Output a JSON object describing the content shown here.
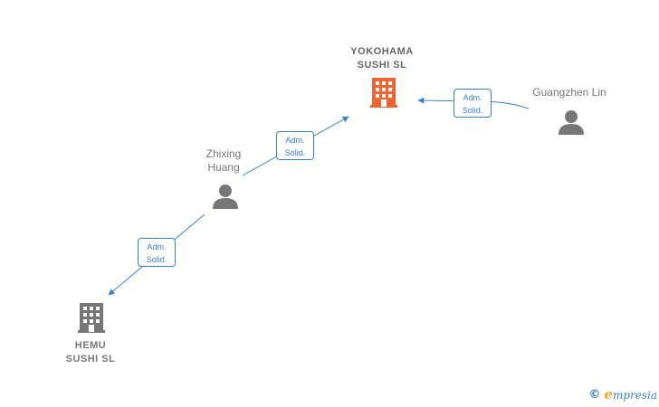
{
  "nodes": {
    "yokohama": {
      "label": "YOKOHAMA\nSUSHI  SL",
      "type": "company",
      "color": "#f26430"
    },
    "hemu": {
      "label": "HEMU\nSUSHI  SL",
      "type": "company",
      "color": "#777777"
    },
    "zhixing": {
      "label": "Zhixing\nHuang",
      "type": "person",
      "color": "#777777"
    },
    "guangzhen": {
      "label": "Guangzhen Lin",
      "type": "person",
      "color": "#777777"
    }
  },
  "edges": [
    {
      "from": "guangzhen",
      "to": "yokohama",
      "line1": "Adm.",
      "line2": "Solid."
    },
    {
      "from": "zhixing",
      "to": "yokohama",
      "line1": "Adm.",
      "line2": "Solid."
    },
    {
      "from": "zhixing",
      "to": "hemu",
      "line1": "Adm.",
      "line2": "Solid."
    }
  ],
  "colors": {
    "edge": "#3d7fc9",
    "icon_gray": "#777777",
    "icon_orange": "#f26430"
  },
  "footer": {
    "copyright": "©",
    "brand_initial": "e",
    "brand_rest": "mpresia"
  }
}
